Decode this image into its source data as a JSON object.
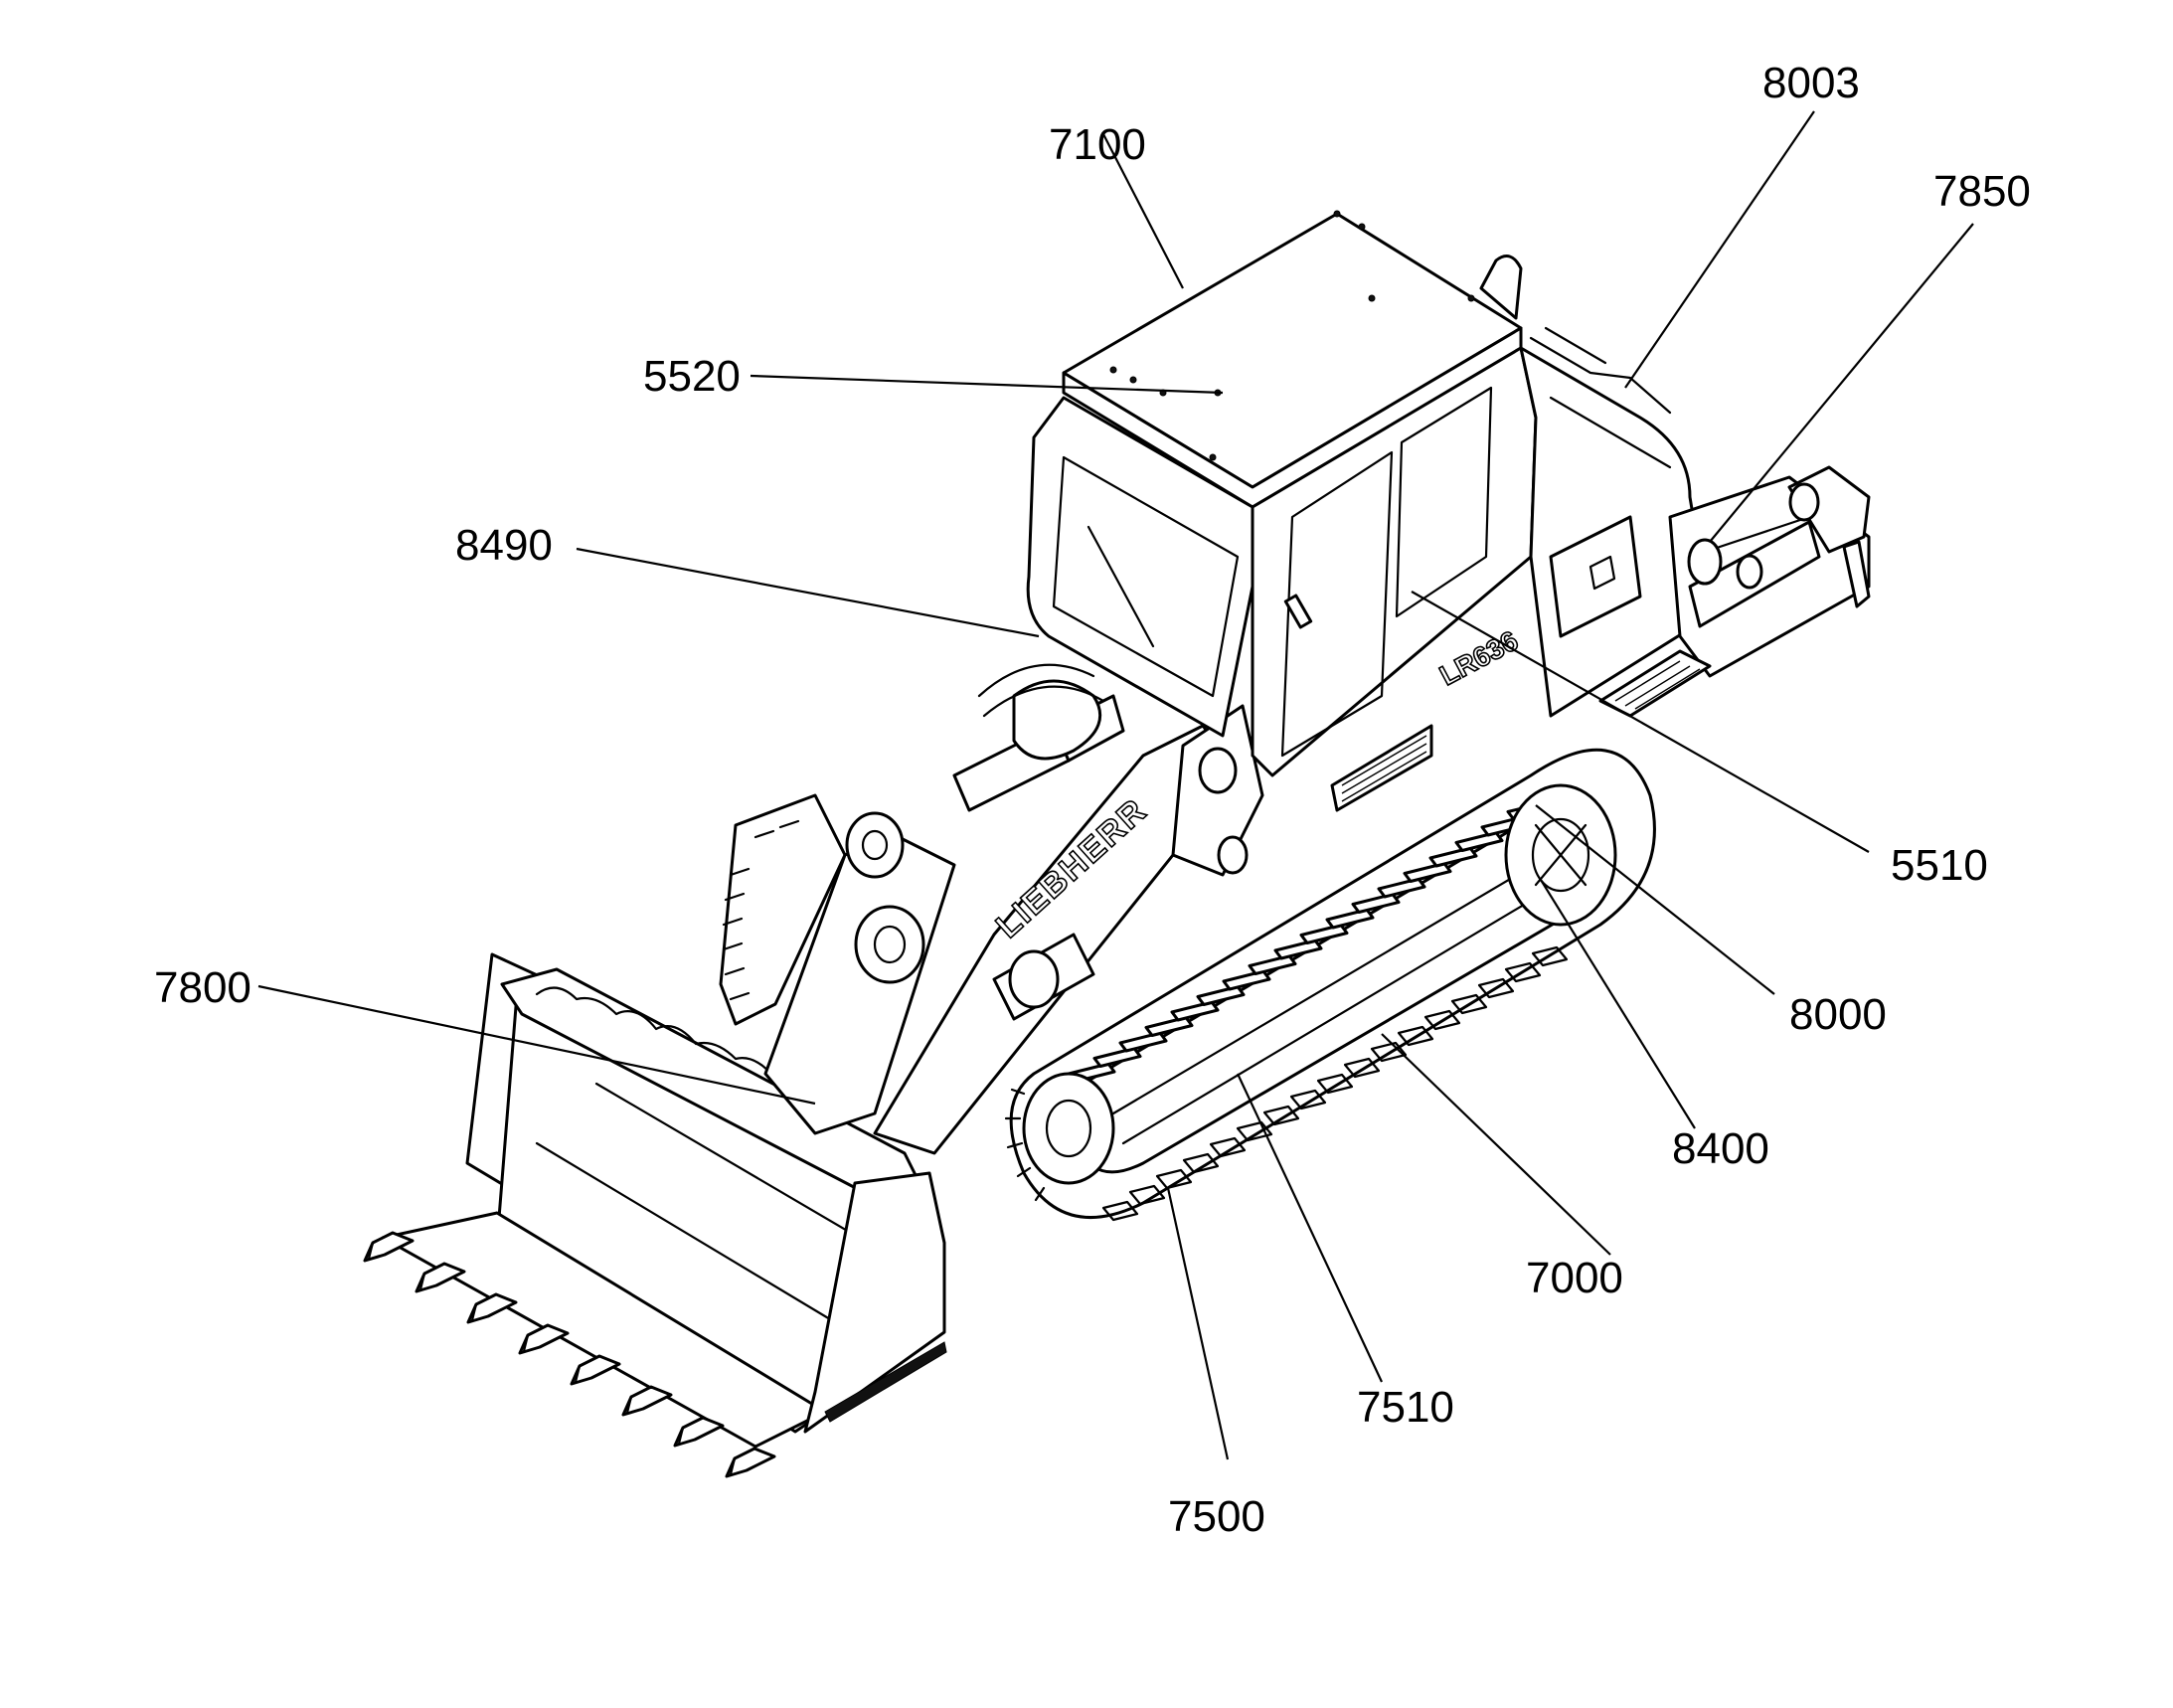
{
  "callouts": [
    {
      "id": "7100",
      "label": "7100"
    },
    {
      "id": "8003",
      "label": "8003"
    },
    {
      "id": "7850",
      "label": "7850"
    },
    {
      "id": "5520",
      "label": "5520"
    },
    {
      "id": "8490",
      "label": "8490"
    },
    {
      "id": "5510",
      "label": "5510"
    },
    {
      "id": "8000",
      "label": "8000"
    },
    {
      "id": "7800",
      "label": "7800"
    },
    {
      "id": "8400",
      "label": "8400"
    },
    {
      "id": "7000",
      "label": "7000"
    },
    {
      "id": "7510",
      "label": "7510"
    },
    {
      "id": "7500",
      "label": "7500"
    }
  ],
  "machine": {
    "boom_lettering": "LIEBHERR",
    "model_badge": "LR636"
  }
}
